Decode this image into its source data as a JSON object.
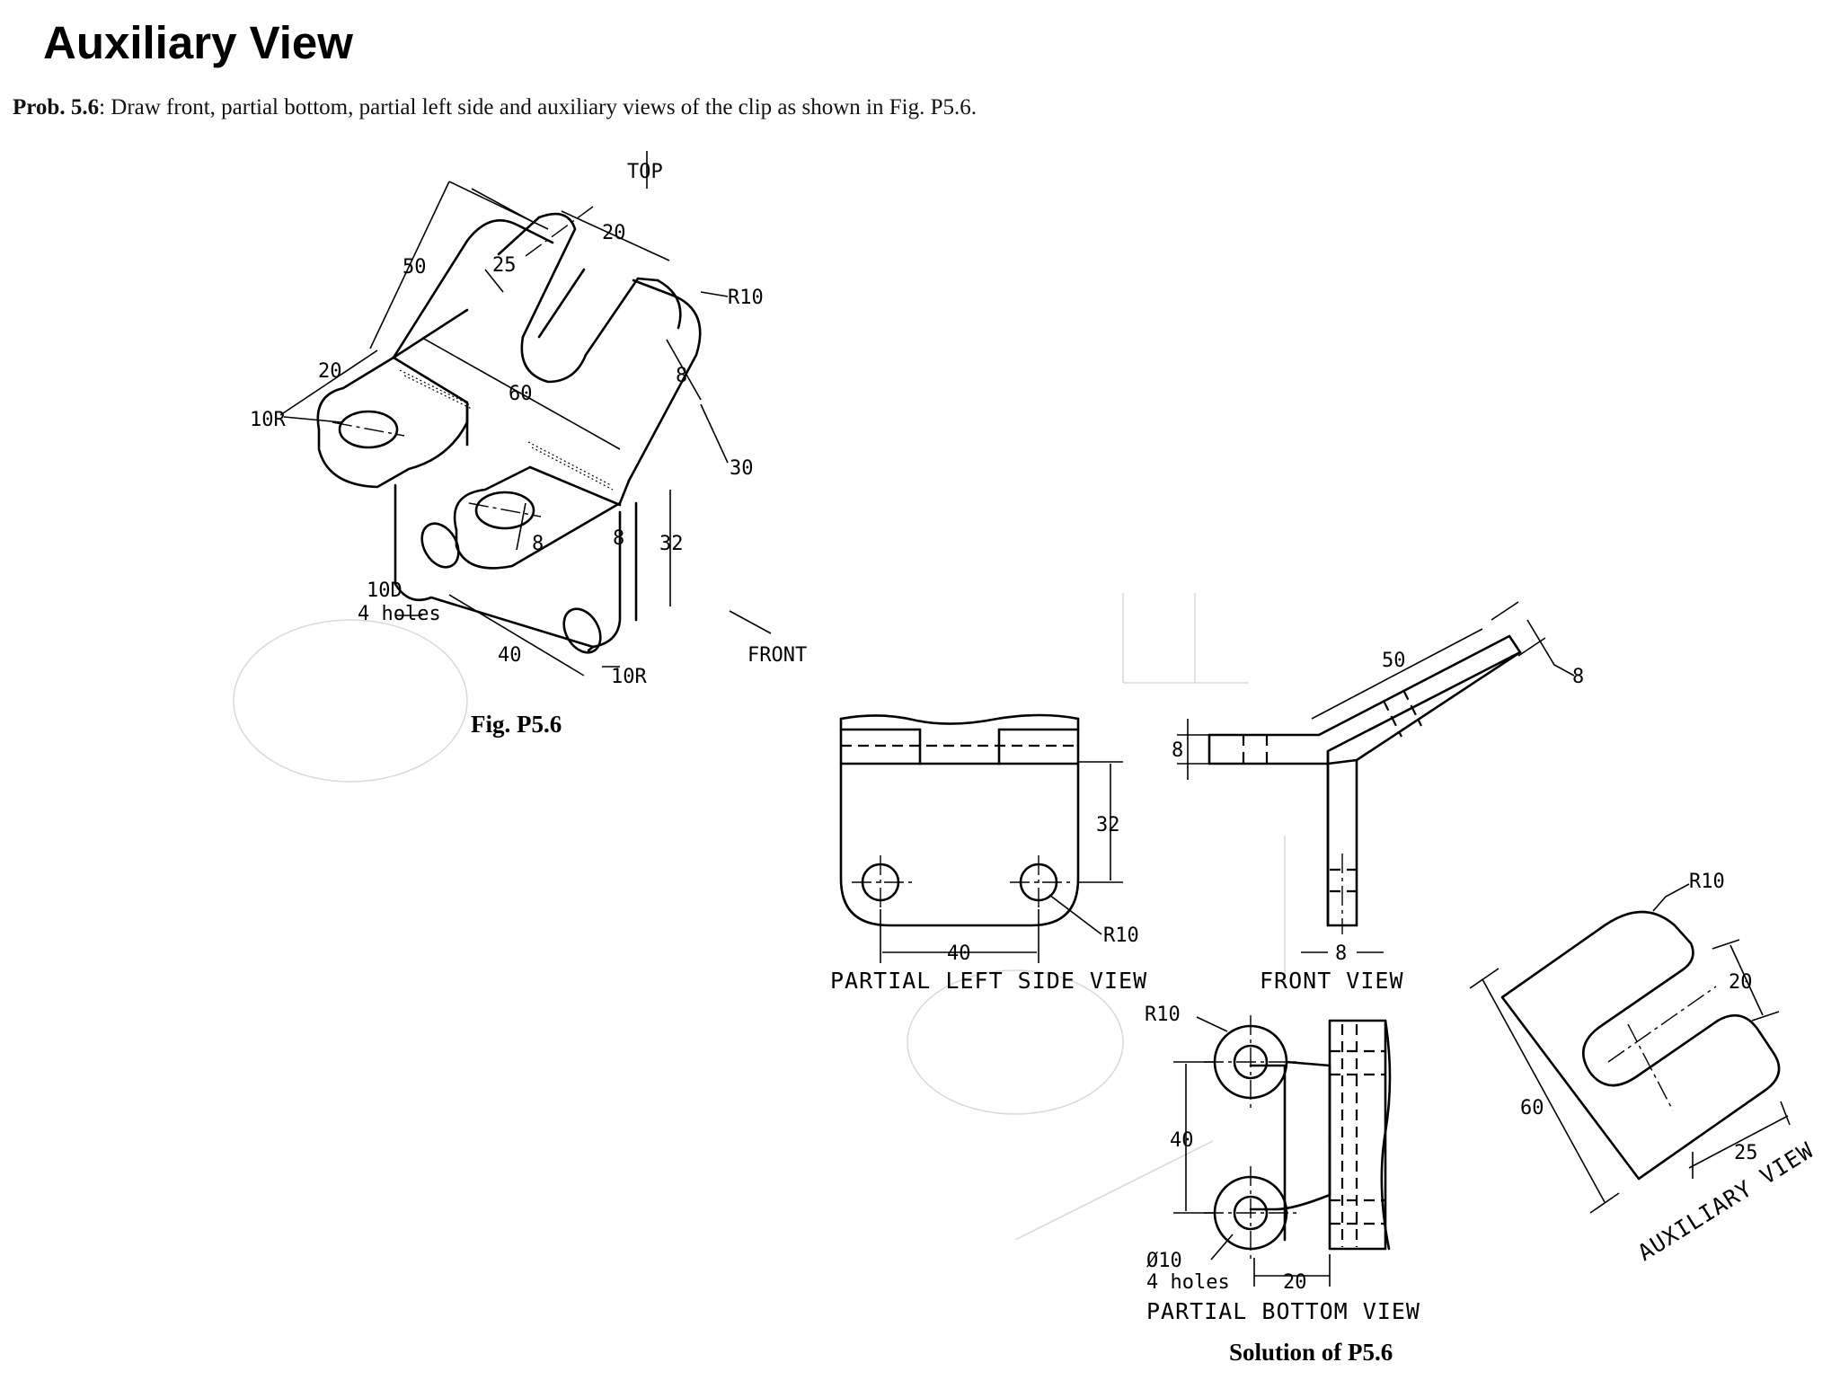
{
  "page": {
    "title": "Auxiliary View",
    "problem_label": "Prob. 5.6",
    "problem_text": ": Draw front, partial bottom, partial left side and auxiliary views of the clip as shown in Fig. P5.6."
  },
  "isometric": {
    "caption": "Fig. P5.6",
    "top_label": "TOP",
    "front_label": "FRONT",
    "dims": {
      "d50": "50",
      "d25": "25",
      "d20_top": "20",
      "r10_top": "R10",
      "d8_arm": "8",
      "d30": "30",
      "d20_left": "20",
      "r10_left": "10R",
      "d60": "60",
      "d8_a": "8",
      "d8_b": "8",
      "d32": "32",
      "holes_a": "10D",
      "holes_b": "4 holes",
      "d40": "40",
      "r10_bottom": "10R"
    }
  },
  "solution": {
    "caption": "Solution of P5.6",
    "views": {
      "left_side": "PARTIAL LEFT SIDE VIEW",
      "front": "FRONT VIEW",
      "bottom": "PARTIAL BOTTOM VIEW",
      "auxiliary": "AUXILIARY VIEW"
    },
    "left_dims": {
      "d32": "32",
      "d40": "40",
      "r10": "R10"
    },
    "front_dims": {
      "d8_left": "8",
      "d50": "50",
      "d8_right": "8",
      "d8_bottom": "8"
    },
    "bottom_dims": {
      "r10": "R10",
      "d40": "40",
      "holes_a": "Ø10",
      "holes_b": "4 holes",
      "d20": "20"
    },
    "aux_dims": {
      "r10": "R10",
      "d20": "20",
      "d60": "60",
      "d25": "25"
    }
  }
}
